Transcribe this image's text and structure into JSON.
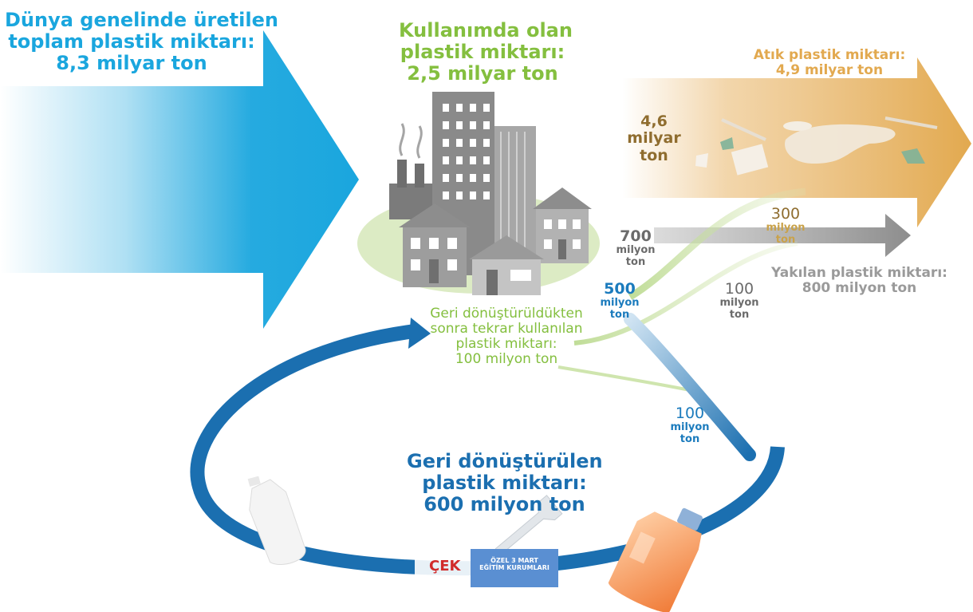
{
  "produced": {
    "lines": [
      "Dünya genelinde üretilen",
      "toplam plastik miktarı:",
      "8,3 milyar ton"
    ]
  },
  "in_use": {
    "lines": [
      "Kullanımda olan",
      "plastik miktarı:",
      "2,5 milyar ton"
    ]
  },
  "waste": {
    "lines": [
      "Atık plastik miktarı:",
      "4,9 milyar ton"
    ]
  },
  "waste_direct": {
    "lines": [
      "4,6",
      "milyar",
      "ton"
    ]
  },
  "incinerated": {
    "lines": [
      "Yakılan plastik miktarı:",
      "800 milyon ton"
    ]
  },
  "flow_700": {
    "value": "700",
    "unit_lines": [
      "milyon",
      "ton"
    ]
  },
  "flow_300": {
    "value": "300",
    "unit_lines": [
      "milyon",
      "ton"
    ]
  },
  "flow_500": {
    "value": "500",
    "unit_lines": [
      "milyon",
      "ton"
    ]
  },
  "flow_100_gray": {
    "value": "100",
    "unit_lines": [
      "milyon",
      "ton"
    ]
  },
  "flow_100_blue": {
    "value": "100",
    "unit_lines": [
      "milyon",
      "ton"
    ]
  },
  "reused": {
    "lines": [
      "Geri dönüştürüldükten",
      "sonra tekrar kullanılan",
      "plastik miktarı:",
      "100 milyon ton"
    ]
  },
  "recycled": {
    "lines": [
      "Geri dönüştürülen",
      "plastik miktarı:",
      "600 milyon ton"
    ]
  },
  "logo": {
    "brand": "ÇEK",
    "school_lines": [
      "ÖZEL 3 MART",
      "EĞİTİM KURUMLARI"
    ]
  },
  "colors": {
    "cyan": "#1aa6de",
    "green": "#84bf3f",
    "tan": "#e2a94f",
    "gray": "#8d8d8d",
    "blue": "#1b6fb0",
    "orange": "#f08a4b"
  }
}
